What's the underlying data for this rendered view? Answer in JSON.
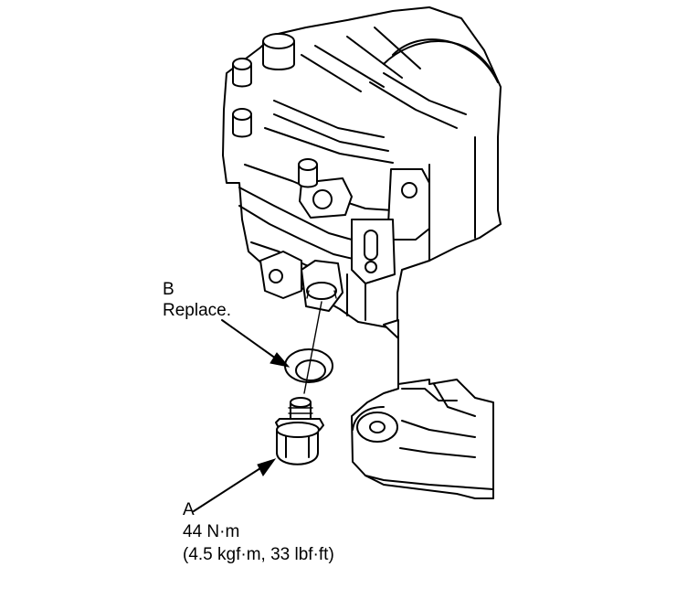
{
  "callouts": {
    "b": {
      "letter": "B",
      "note": "Replace."
    },
    "a": {
      "letter": "A",
      "torque": "44 N·m",
      "torque_alt": "(4.5 kgf·m, 33 lbf·ft)"
    }
  },
  "colors": {
    "ink": "#000000",
    "paper": "#ffffff"
  }
}
